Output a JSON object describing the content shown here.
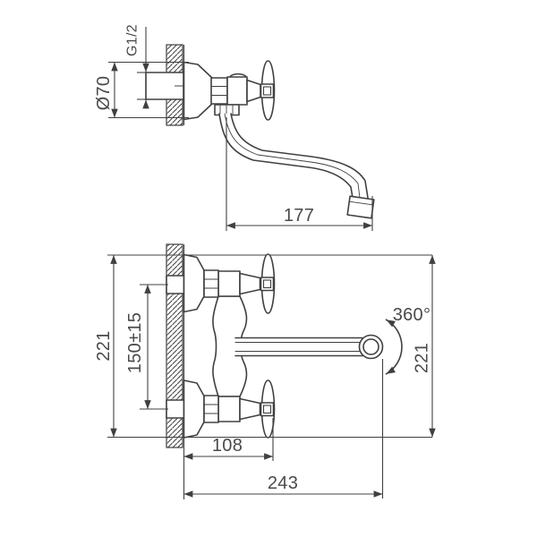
{
  "drawing": {
    "title": "wall-mounted mixer faucet dimensional drawing",
    "colors": {
      "line": "#404040",
      "text": "#4a4a4a",
      "background": "#ffffff"
    },
    "side_view": {
      "thread": "G1/2",
      "flange_diameter": "Ø70",
      "spout_reach": "177"
    },
    "front_view": {
      "overall_height_left": "221",
      "inlet_centers": "150±15",
      "wall_to_handle": "108",
      "wall_to_spout_tip": "243",
      "overall_height_right": "221",
      "swivel_angle": "360°"
    }
  }
}
